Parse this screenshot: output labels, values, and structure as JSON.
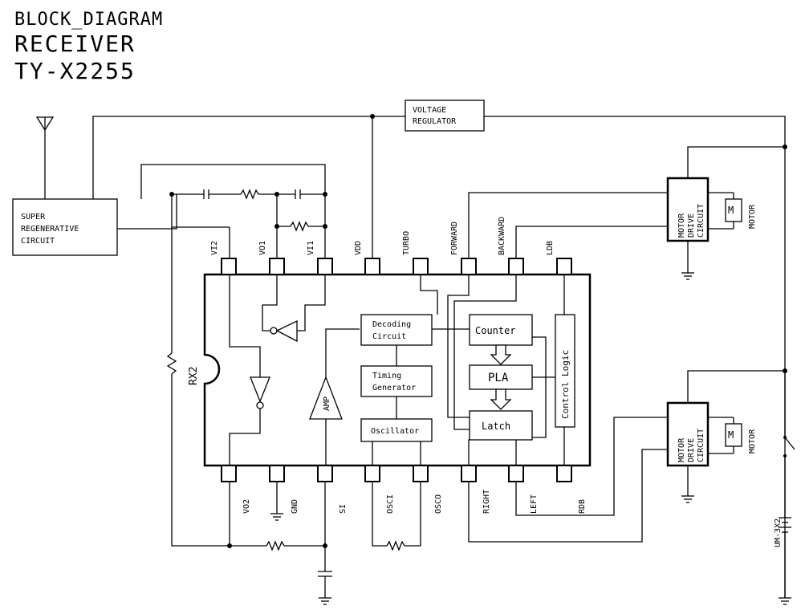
{
  "title": {
    "line1": "BLOCK_DIAGRAM",
    "line2": "RECEIVER",
    "line3": "TY-X2255"
  },
  "chip_label": "RX2",
  "pins_top": [
    "VI2",
    "VO1",
    "VI1",
    "VDD",
    "TURBO",
    "FORWARD",
    "BACKWARD",
    "LDB"
  ],
  "pins_bottom": [
    "VO2",
    "GND",
    "SI",
    "OSCI",
    "OSCO",
    "RIGHT",
    "LEFT",
    "RDB"
  ],
  "blocks": {
    "voltage_regulator": [
      "VOLTAGE",
      "REGULATOR"
    ],
    "super_regenerative": [
      "SUPER",
      "REGENERATIVE",
      "CIRCUIT"
    ],
    "decoding": [
      "Decoding",
      "Circuit"
    ],
    "timing": [
      "Timing",
      "Generator"
    ],
    "oscillator": "Oscillator",
    "counter": "Counter",
    "pla": "PLA",
    "latch": "Latch",
    "control_logic": "Control Logic",
    "amp": "AMP",
    "motor_drive": [
      "MOTOR",
      "DRIVE",
      "CIRCUIT"
    ],
    "motor": "MOTOR",
    "battery": "UM-3X2"
  }
}
